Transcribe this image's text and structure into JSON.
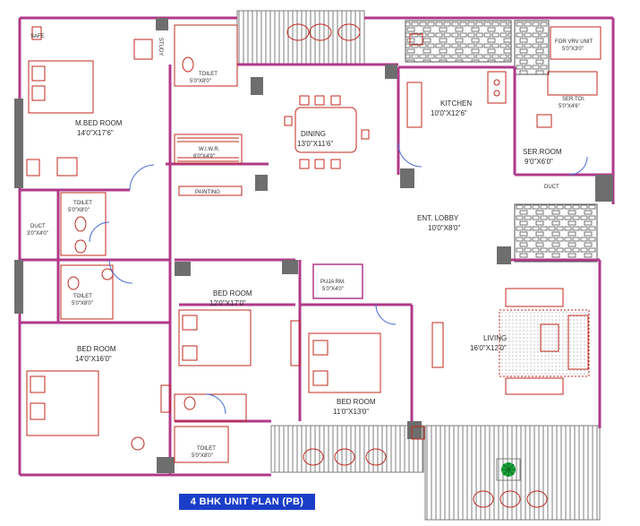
{
  "plan_title": "4 BHK UNIT PLAN (PB)",
  "rooms": {
    "m_bed": {
      "name": "M.BED ROOM",
      "size": "14'0\"X17'6\""
    },
    "dining": {
      "name": "DINING",
      "size": "13'0\"X11'6\""
    },
    "kitchen": {
      "name": "KITCHEN",
      "size": "10'0\"X12'6\""
    },
    "ser_room": {
      "name": "SER.ROOM",
      "size": "9'0\"X6'0\""
    },
    "ser_toi": {
      "name": "SER.TOI.",
      "size": "5'0\"X4'6\""
    },
    "for_vrv": {
      "name": "FOR VRV UNIT",
      "size": "5'0\"X3'0\""
    },
    "toilet_top": {
      "name": "TOILET",
      "size": "5'0\"X8'0\""
    },
    "wiwr": {
      "name": "W.I.W.R.",
      "size": "8'0\"X4'9\""
    },
    "study": {
      "name": "STUDY"
    },
    "safe": {
      "name": "SAFE"
    },
    "painting": {
      "name": "PAINTING"
    },
    "toilet_left_a": {
      "name": "TOILET",
      "size": "5'0\"X8'0\""
    },
    "toilet_left_b": {
      "name": "TOILET",
      "size": "5'0\"X8'0\""
    },
    "duct_left": {
      "name": "DUCT",
      "size": "3'0\"X4'0\""
    },
    "duct_mid": {
      "name": "DUCT"
    },
    "ent_lobby": {
      "name": "ENT. LOBBY",
      "size": "10'0\"X8'0\""
    },
    "bed_left": {
      "name": "BED ROOM",
      "size": "14'0\"X16'0\""
    },
    "bed_center": {
      "name": "BED ROOM",
      "size": "12'0\"X17'0\""
    },
    "bed_right": {
      "name": "BED ROOM",
      "size": "11'0\"X13'0\""
    },
    "puja": {
      "name": "PUJA RM.",
      "size": "5'0\"X4'0\""
    },
    "living": {
      "name": "LIVING",
      "size": "16'0\"X12'0\""
    },
    "toilet_bottom": {
      "name": "TOILET",
      "size": "5'0\"X8'0\""
    }
  },
  "colors": {
    "wall": "#b03a8a",
    "fixture": "#c0281e",
    "column": "#6e6e6e",
    "balcony": "#7c7c7c",
    "tiles": "#555555",
    "title_bg": "#1b3ec9",
    "plant": "#1aa33a",
    "door": "#4a6fd1"
  }
}
